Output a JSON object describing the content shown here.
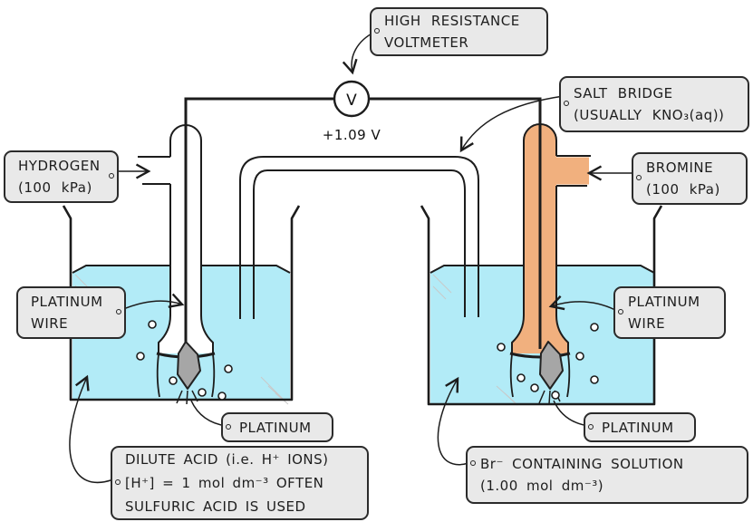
{
  "voltmeter": {
    "symbol": "V",
    "reading": "+1.09 V"
  },
  "labels": {
    "voltmeter": {
      "lines": [
        "HIGH RESISTANCE",
        "VOLTMETER"
      ]
    },
    "salt_bridge": {
      "lines": [
        "SALT BRIDGE",
        "(USUALLY KNO₃(aq))"
      ]
    },
    "hydrogen": {
      "lines": [
        "HYDROGEN",
        "(100 kPa)"
      ]
    },
    "bromine": {
      "lines": [
        "BROMINE",
        "(100 kPa)"
      ]
    },
    "platinum_wire_left": {
      "lines": [
        "PLATINUM",
        "WIRE"
      ]
    },
    "platinum_wire_right": {
      "lines": [
        "PLATINUM",
        "WIRE"
      ]
    },
    "platinum_left": {
      "lines": [
        "PLATINUM"
      ]
    },
    "platinum_right": {
      "lines": [
        "PLATINUM"
      ]
    },
    "dilute_acid": {
      "lines": [
        "DILUTE ACID (i.e. H⁺ IONS)",
        "[H⁺] = 1 mol dm⁻³  OFTEN",
        "SULFURIC ACID IS USED"
      ]
    },
    "bromide_solution": {
      "lines": [
        "Br⁻ CONTAINING SOLUTION",
        "(1.00 mol dm⁻³)"
      ]
    }
  },
  "colors": {
    "line": "#1c1c1c",
    "liquid": "#b2ebf7",
    "bromine_tube": "#f1b07e",
    "platinum": "#a6a6a6",
    "tag_fill": "#e9e9e9"
  }
}
